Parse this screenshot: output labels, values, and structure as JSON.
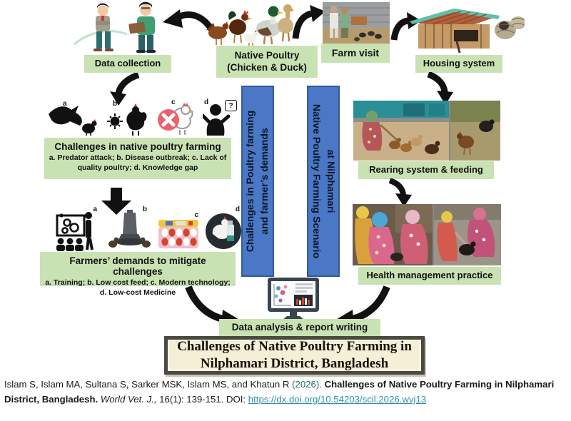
{
  "nodes": {
    "data_collection": {
      "label": "Data collection"
    },
    "native_poultry": {
      "line1": "Native Poultry",
      "line2": "(Chicken & Duck)"
    },
    "farm_visit": {
      "label": "Farm visit"
    },
    "housing": {
      "label": "Housing system"
    },
    "rearing": {
      "label": "Rearing system & feeding"
    },
    "health": {
      "label": "Health management practice"
    },
    "analysis": {
      "label": "Data analysis & report writing"
    }
  },
  "challenges": {
    "title": "Challenges in native poultry farming",
    "items_line1": "a. Predator attack; b. Disease outbreak; c. Lack of",
    "items_line2": "quality poultry;  d. Knowledge gap",
    "icon_letters": [
      "a",
      "b",
      "c",
      "d"
    ],
    "question_mark": "?"
  },
  "demands": {
    "title": "Farmers’ demands to mitigate challenges",
    "items_line1": "a.    Training; b. Low cost feed; c. Modern technology;",
    "items_line2": "d. Low-cost Medicine",
    "icon_letters": [
      "a",
      "b",
      "c",
      "d"
    ]
  },
  "banners": {
    "left": {
      "line1": "Challenges in Poultry farming",
      "line2": "and farmer’s demands"
    },
    "right": {
      "line1": "Native Poultry Farming Scenario",
      "line2": "at Nilphamari"
    }
  },
  "final_box": {
    "line1": "Challenges of Native Poultry Farming in",
    "line2": "Nilphamari District, Bangladesh"
  },
  "citation": {
    "authors": "Islam S, Islam MA, Sultana S, Sarker MSK, Islam MS, and Khatun R ",
    "year": "(2026). ",
    "title": "Challenges of Native Poultry Farming in Nilphamari District, Bangladesh. ",
    "journal": "World Vet. J., ",
    "pages": "16(1): 139-151. DOI: ",
    "doi": "https://dx.doi.org/10.54203/scil.2026.wvj13"
  },
  "colors": {
    "label_green": "#c9e2b3",
    "banner_blue": "#4a78c6",
    "final_box_bg": "#f5efd6",
    "doi_teal": "#2e8fa6",
    "arrow_black": "#111111"
  }
}
